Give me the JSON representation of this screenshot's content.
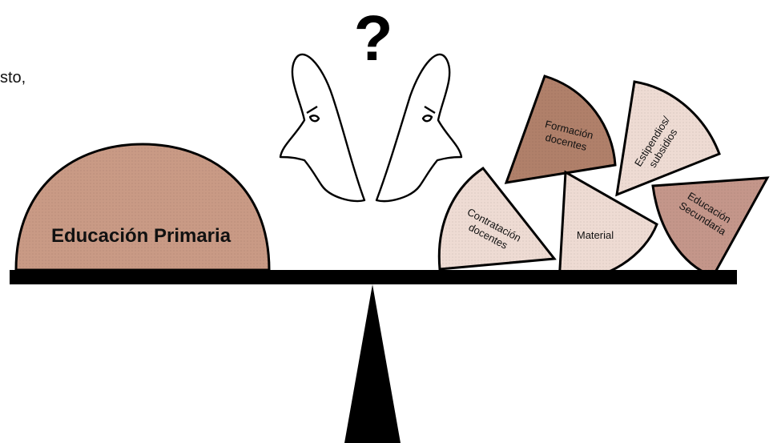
{
  "text_fragment": "sto,",
  "question_mark": "?",
  "dome": {
    "label": "Educación Primaria"
  },
  "pieces": [
    {
      "id": "formacion",
      "line1": "Formación",
      "line2": "docentes"
    },
    {
      "id": "estipendios",
      "line1": "Estipendios/",
      "line2": "subsidios"
    },
    {
      "id": "contratacion",
      "line1": "Contratación",
      "line2": "docentes"
    },
    {
      "id": "material",
      "line1": "Material",
      "line2": ""
    },
    {
      "id": "secundaria",
      "line1": "Educación",
      "line2": "Secundaria"
    }
  ],
  "colors": {
    "dark_brown": "#b0806a",
    "mid_brown": "#c4968a",
    "light_pink": "#eedbd3",
    "dome": "#c99a85",
    "beam": "#000000",
    "outline": "#000000"
  },
  "icons": [
    "two-faces-icon",
    "question-mark-icon",
    "scale-fulcrum-icon"
  ]
}
